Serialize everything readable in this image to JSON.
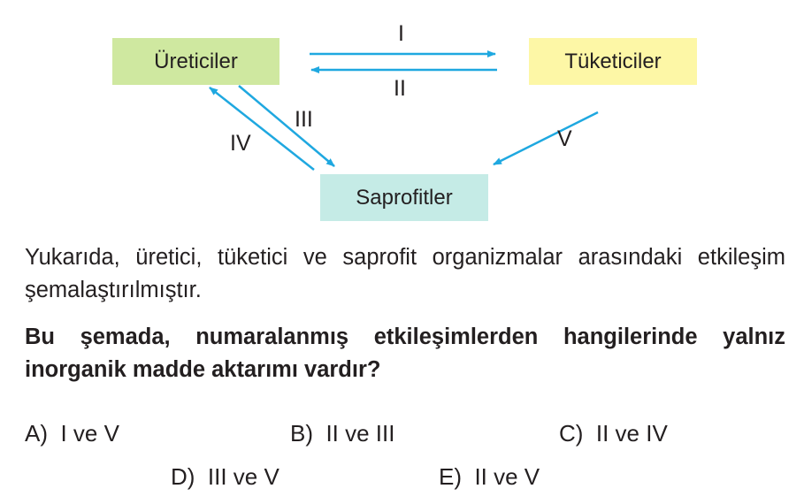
{
  "diagram": {
    "nodes": {
      "producers": "Üreticiler",
      "consumers": "Tüketiciler",
      "saprophytes": "Saprofitler"
    },
    "arrow_labels": {
      "i": "I",
      "ii": "II",
      "iii": "III",
      "iv": "IV",
      "v": "V"
    },
    "colors": {
      "producers": "#cfe8a0",
      "consumers": "#fdf7a6",
      "saprophytes": "#c5ebe6",
      "arrow": "#1fa8e0"
    }
  },
  "question": {
    "stem": "Yukarıda, üretici, tüketici ve saprofit organizmalar arasındaki etkileşim şemalaştırılmıştır.",
    "prompt": "Bu şemada, numaralanmış etkileşimlerden hangilerinde yalnız inorganik madde aktarımı vardır?"
  },
  "options": [
    {
      "key": "A)",
      "text": "I ve V"
    },
    {
      "key": "B)",
      "text": "II ve III"
    },
    {
      "key": "C)",
      "text": "II ve IV"
    },
    {
      "key": "D)",
      "text": "III ve V"
    },
    {
      "key": "E)",
      "text": "II ve V"
    }
  ]
}
